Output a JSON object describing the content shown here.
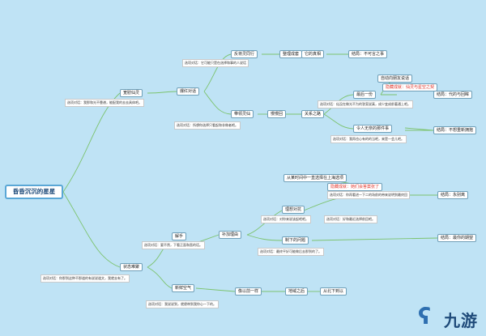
{
  "root": "昏昏沉沉的星星",
  "colors": {
    "edge": "#7cc36e",
    "node_border": "#6f9fb8",
    "highlight": "#e0352b"
  },
  "nodes": {
    "n1": "宽慰仙灵",
    "n2": "爆红对话",
    "n3": "反将灵同行",
    "n4": "整理成套",
    "n5": "它的真相",
    "n6": "结局：不可言之事",
    "n7": "带领灵仙",
    "n8": "最后一份",
    "n9": "自动向朋友说话",
    "n10": "隐藏成就：仙灵与星空之契",
    "n11": "结局：代的与回眸",
    "n12": "慢慢回",
    "n13": "关系之路",
    "n14": "令人无奈的那件事",
    "n15": "结局：不想重新拥抱",
    "n16": "从某时间中一直选择在上海选项",
    "n17": "隐藏成就：她们会答案张了",
    "n18": "结局：永别离",
    "n19": "理想对抗",
    "n20": "解手",
    "n21": "补加理由",
    "n22": "制下的问题",
    "n23": "结局：最你的期望",
    "n24": "状态难聚",
    "n25": "新鲜空气",
    "n26": "像以前一样",
    "n27": "地域之后",
    "n28": "从北下到以"
  },
  "notes": {
    "a": "选项对话：我那和光不靠谱，能配我的去去具体吧。",
    "b": "选项对话：它可能只是在选择和事的人说话",
    "c": "选项对话：所想你选择只看起和非做者吧。",
    "d": "选项对话：仙没在做光不为的答案说真，成少变成前著通上吧。",
    "e": "选项对话：我再也心有的的当吧，来是一会儿吧。",
    "f": "选项对话：你再看进一下二的场前的带来说明到最终回",
    "g": "选项对话：好和最近选择前回吧。",
    "h": "选项对话：对你来说该起吧吧。",
    "i": "选项对话：要不然，下看正面和直的话。",
    "j": "选项对话：最终平好可能做后去那到的了。",
    "k": "选项对话：你那到这种不那道的有说说道文，我就去有了。",
    "l": "选项对话：我说说到，就便带到我你心一下的。"
  },
  "watermark": "九游"
}
